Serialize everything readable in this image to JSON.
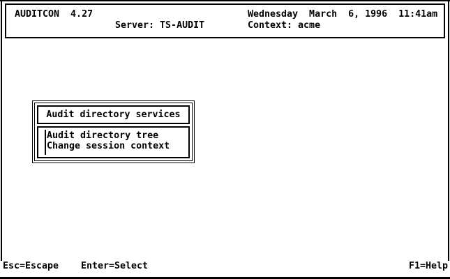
{
  "theme": {
    "foreground": "#000000",
    "background": "#ffffff"
  },
  "header": {
    "app_title": "AUDITCON  4.27",
    "datetime": "Wednesday  March  6, 1996  11:41am",
    "server": {
      "label": "Server:",
      "value": "TS-AUDIT"
    },
    "context": {
      "label": "Context:",
      "value": "acme"
    }
  },
  "menu": {
    "title": "Audit directory services",
    "items": [
      {
        "label": "Audit directory tree"
      },
      {
        "label": "Change session context"
      }
    ],
    "selected_index": 0
  },
  "statusbar": {
    "esc_hint": "Esc=Escape",
    "enter_hint": "Enter=Select",
    "help_hint": "F1=Help"
  }
}
